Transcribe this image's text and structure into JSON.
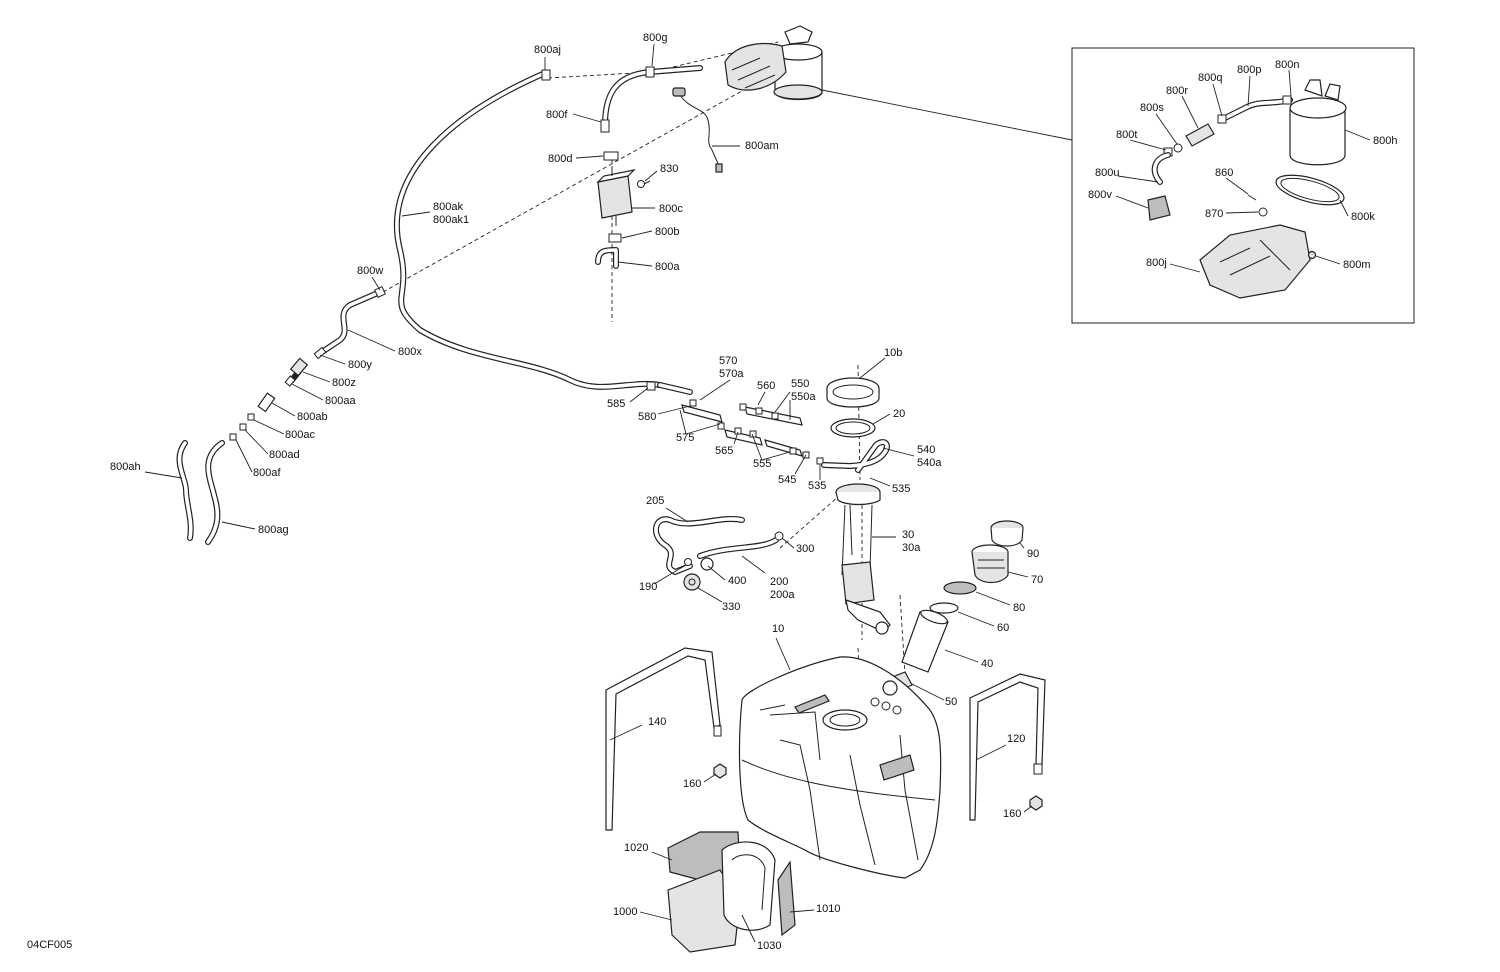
{
  "diagram": {
    "figure_code": "04CF005",
    "labels": {
      "l800aj": "800aj",
      "l800g": "800g",
      "l800f": "800f",
      "l800d": "800d",
      "l830": "830",
      "l800am": "800am",
      "l800c": "800c",
      "l800b": "800b",
      "l800a": "800a",
      "l800ak": "800ak",
      "l800ak1": "800ak1",
      "l800w": "800w",
      "l800x": "800x",
      "l800y": "800y",
      "l800z": "800z",
      "l800aa": "800aa",
      "l800ab": "800ab",
      "l800ac": "800ac",
      "l800ad": "800ad",
      "l800af": "800af",
      "l800ah": "800ah",
      "l800ag": "800ag",
      "l570": "570",
      "l570a": "570a",
      "l560": "560",
      "l550": "550",
      "l550a": "550a",
      "l585": "585",
      "l580": "580",
      "l575": "575",
      "l565": "565",
      "l555": "555",
      "l545": "545",
      "l535a": "535",
      "l535b": "535",
      "l540": "540",
      "l540a": "540a",
      "l10b": "10b",
      "l20": "20",
      "l205": "205",
      "l300": "300",
      "l30": "30",
      "l30a": "30a",
      "l190": "190",
      "l400": "400",
      "l330": "330",
      "l200": "200",
      "l200a": "200a",
      "l90": "90",
      "l70": "70",
      "l80": "80",
      "l60": "60",
      "l40": "40",
      "l50": "50",
      "l10": "10",
      "l140": "140",
      "l160a": "160",
      "l120": "120",
      "l160b": "160",
      "l1020": "1020",
      "l1000": "1000",
      "l1030": "1030",
      "l1010": "1010",
      "l800n": "800n",
      "l800p": "800p",
      "l800q": "800q",
      "l800r": "800r",
      "l800s": "800s",
      "l800t": "800t",
      "l800h": "800h",
      "l800u": "800u",
      "l800v": "800v",
      "l860": "860",
      "l870": "870",
      "l800k": "800k",
      "l800j": "800j",
      "l800m": "800m"
    }
  }
}
